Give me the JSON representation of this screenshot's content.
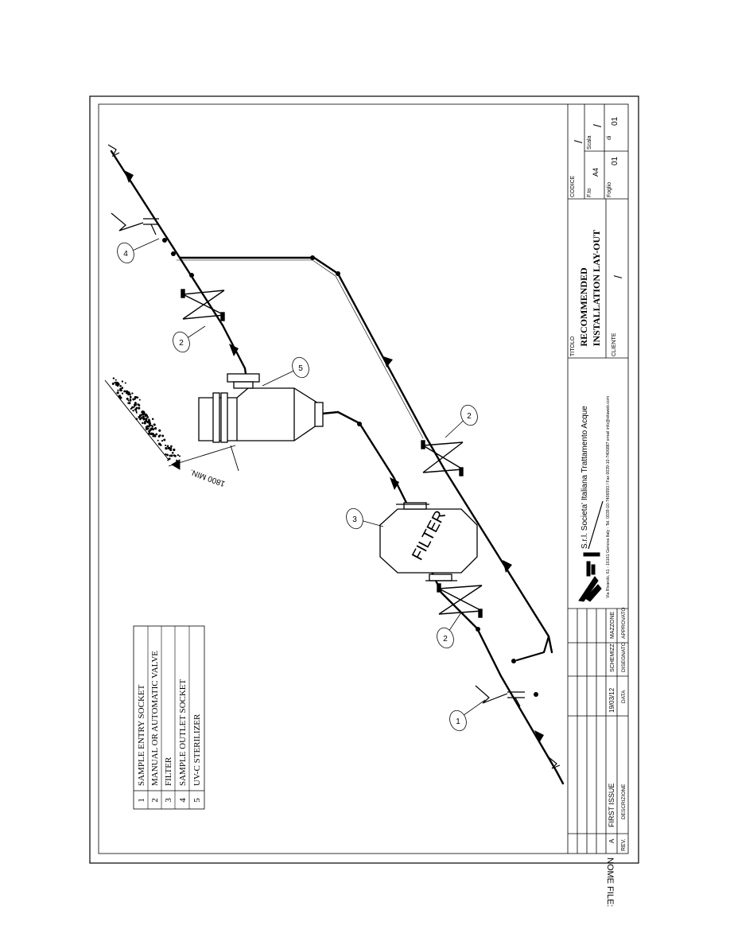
{
  "legend": [
    {
      "num": "1",
      "label": "SAMPLE ENTRY SOCKET"
    },
    {
      "num": "2",
      "label": "MANUAL OR AUTOMATIC VALVE"
    },
    {
      "num": "3",
      "label": "FILTER"
    },
    {
      "num": "4",
      "label": "SAMPLE OUTLET SOCKET"
    },
    {
      "num": "5",
      "label": "UV-C STERILIZER"
    }
  ],
  "filter_label": "FILTER",
  "dimension_label": "1800 MIN.",
  "callouts": {
    "c1": "1",
    "c2a": "2",
    "c2b": "2",
    "c2c": "2",
    "c3": "3",
    "c4": "4",
    "c5": "5"
  },
  "title_block": {
    "nome_file_label": "NOME FILE:",
    "company_name": "S.r.l. Societa' Italiana Trattamento Acque",
    "company_address": "Via Rivarolo, 61 - 16161 Genova Italy - Tel. 0039-10-7406593 / Fax 0039-10-7406887 email info@sitaweb.com",
    "titolo_label": "TITOLO",
    "title_line1": "RECOMMENDED",
    "title_line2": "INSTALLATION LAY-OUT",
    "cliente_label": "CLIENTE",
    "cliente_value": "/",
    "codice_label": "CODICE",
    "codice_value": "/",
    "fto_label": "F.to",
    "fto_value": "A4",
    "scala_label": "Scala",
    "scala_value": "/",
    "foglio_label": "Foglio",
    "foglio_value": "01",
    "di_label": "di",
    "di_value": "01",
    "rev_label": "REV.",
    "descrizione_label": "DESCRIZIONE",
    "data_label": "DATA",
    "disegnato_label": "DISEGNATO",
    "approvato_label": "APPROVATO",
    "schemizzato_label": "SCHEMIZZ",
    "mazzone_label": "MAZZONE",
    "rev_value": "A",
    "descrizione_value": "FIRST ISSUE",
    "data_value": "19/03/12",
    "schemizzato_value": "SCHEMIZZ"
  }
}
